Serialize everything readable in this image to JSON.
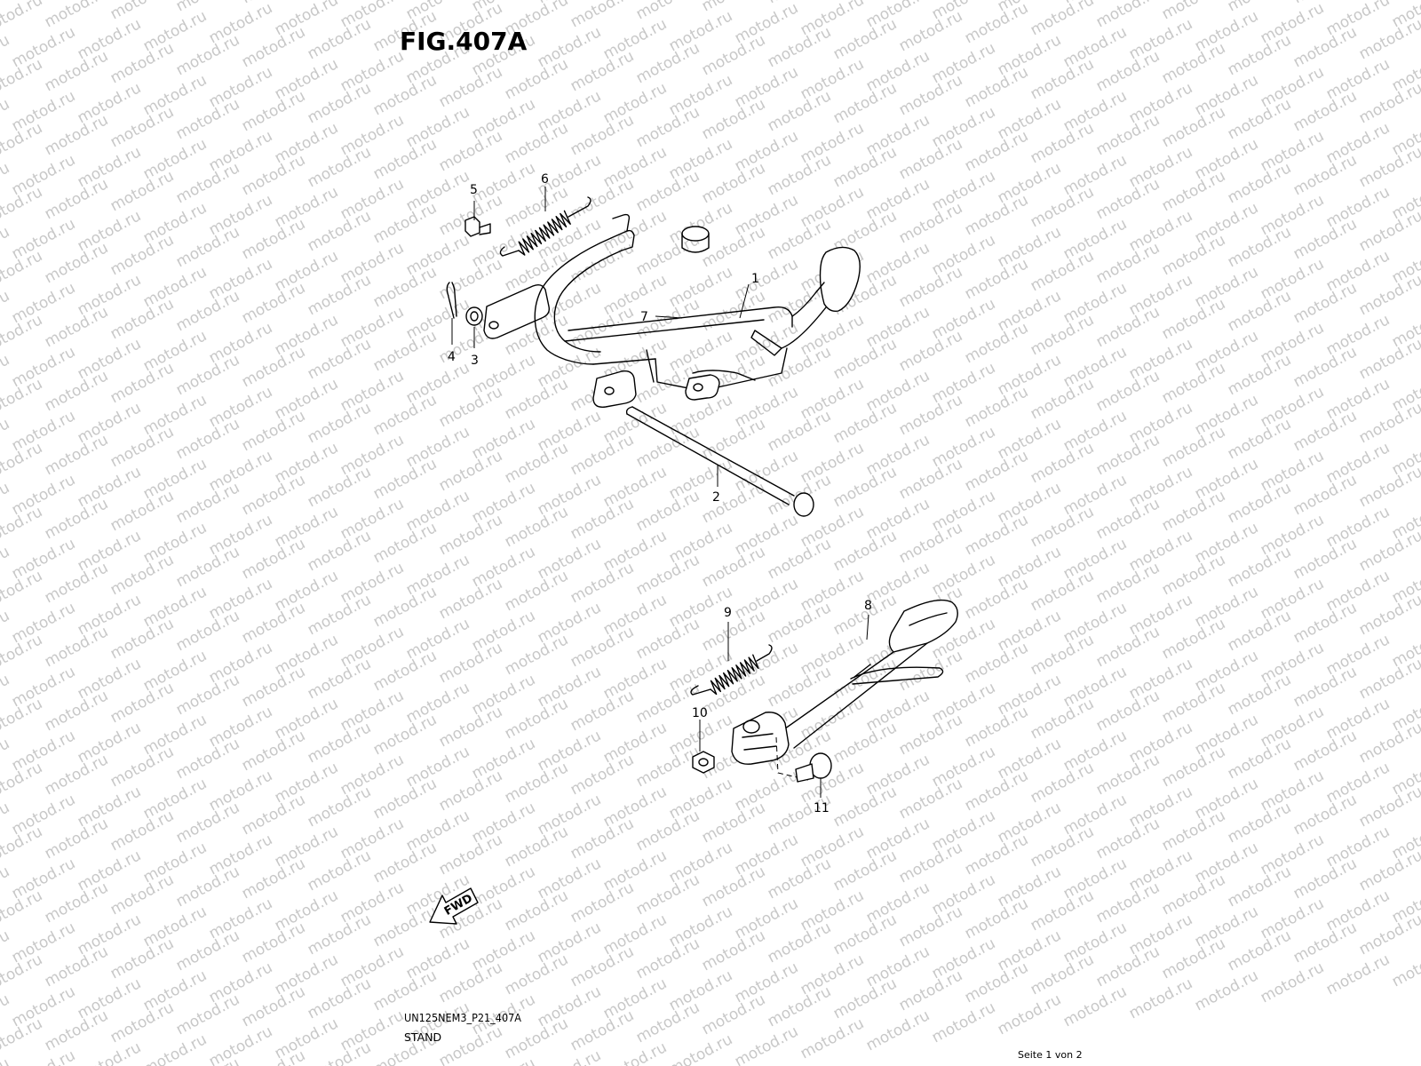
{
  "figure": {
    "title": "FIG.407A",
    "code": "UN125NEM3_P21_407A",
    "name": "STAND",
    "page": "Seite 1 von 2"
  },
  "watermark": {
    "text": "motod.ru",
    "color": "#c8c8c8"
  },
  "direction_badge": {
    "text": "FWD"
  },
  "callouts": [
    {
      "id": "1",
      "part": "center-stand"
    },
    {
      "id": "2",
      "part": "stand-shaft"
    },
    {
      "id": "3",
      "part": "washer"
    },
    {
      "id": "4",
      "part": "cotter-pin"
    },
    {
      "id": "5",
      "part": "bolt"
    },
    {
      "id": "6",
      "part": "center-stand-spring"
    },
    {
      "id": "7",
      "part": "stopper-rubber"
    },
    {
      "id": "8",
      "part": "side-stand"
    },
    {
      "id": "9",
      "part": "side-stand-spring"
    },
    {
      "id": "10",
      "part": "nut"
    },
    {
      "id": "11",
      "part": "side-stand-bolt"
    }
  ]
}
